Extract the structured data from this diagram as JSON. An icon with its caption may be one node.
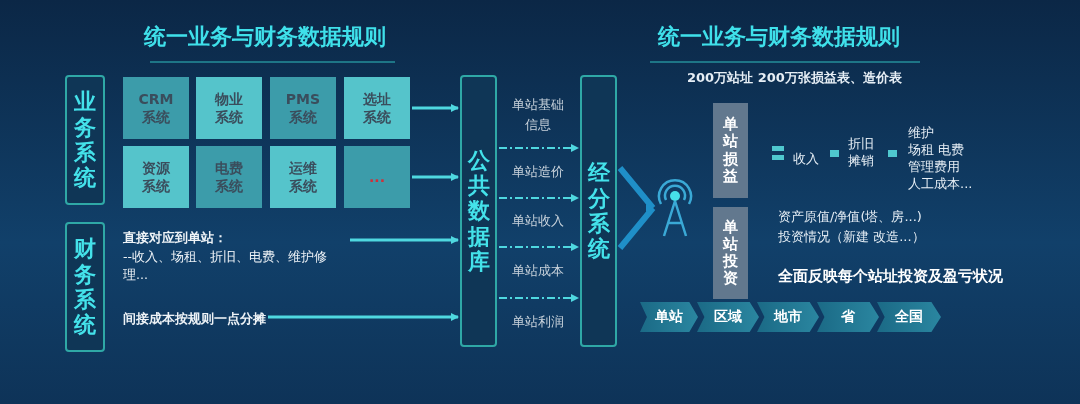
{
  "diagram": {
    "title": "统一业务与财务数据规则",
    "nodes": [
      {
        "text": [
          "业务系统"
        ]
      },
      {
        "text": [
          "CRM系统"
        ]
      },
      {
        "text": [
          "物业系统"
        ]
      },
      {
        "text": [
          "PMS系统"
        ]
      },
      {
        "text": [
          "选址系统"
        ]
      },
      {
        "text": [
          "资源系统"
        ]
      },
      {
        "text": [
          "电费系统"
        ]
      },
      {
        "text": [
          "运维系统"
        ]
      },
      {
        "text": [
          "..."
        ]
      },
      {
        "text": [
          "财务系统"
        ]
      },
      {
        "text": [
          "直接对应到单站：",
          "--收入、场租、折旧、电费、维护修理..."
        ]
      },
      {
        "text": [
          "间接成本按规则一点分摊"
        ]
      },
      {
        "text": [
          "公共数据库"
        ]
      },
      {
        "text": [
          "经分系统"
        ]
      },
      {
        "text": [],
        "shape": "picture"
      },
      {
        "text": [
          "单站损益"
        ]
      },
      {
        "text": [
          "单站投资"
        ]
      },
      {
        "text": [
          "单站"
        ]
      },
      {
        "text": [
          "区域"
        ]
      },
      {
        "text": [
          "地市"
        ]
      },
      {
        "text": [
          "省"
        ]
      },
      {
        "text": [
          "全国"
        ]
      }
    ],
    "edges": [
      {
        "from": 4,
        "to": 12,
        "arrow": "to"
      },
      {
        "from": 8,
        "to": 12,
        "arrow": "to"
      },
      {
        "from": 10,
        "to": 12,
        "arrow": "to"
      },
      {
        "from": 11,
        "to": 12,
        "arrow": "to"
      },
      {
        "from": 12,
        "to": 13,
        "arrow": "to",
        "style": "dashed"
      },
      {
        "from": 12,
        "to": 13,
        "arrow": "to",
        "style": "dashed"
      },
      {
        "from": 12,
        "to": 13,
        "arrow": "to",
        "style": "dashed"
      },
      {
        "from": 12,
        "to": 13,
        "arrow": "to",
        "style": "dashed"
      },
      {
        "from": 13,
        "to": 14,
        "arrow": "to",
        "style": "thick",
        "color": "#1f8fc8"
      }
    ],
    "labels": [
      "统一业务与财务数据规则",
      "200万站址 200万张损益表、造价表",
      "单站基础信息",
      "单站造价",
      "单站收入",
      "单站成本",
      "单站利润",
      "收入",
      "折旧摊销",
      "维护",
      "场租 电费",
      "管理费用",
      "人工成本...",
      "资产原值/净值(塔、房...)",
      "投资情况（新建 改造...）",
      "全面反映每个站址投资及盈亏状况"
    ]
  }
}
